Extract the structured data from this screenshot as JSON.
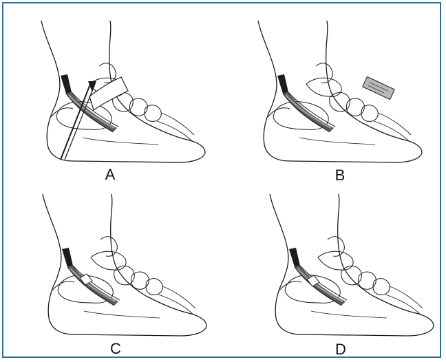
{
  "panels": [
    {
      "label": "A"
    },
    {
      "label": "B"
    },
    {
      "label": "C"
    },
    {
      "label": "D"
    }
  ],
  "colors": {
    "frame_border": "#2f6f95",
    "outline": "#1a1a1a",
    "tendon_dark": "#1c1c1c",
    "tendon_mid": "#5a5a5a",
    "tendon_light": "#9a9a9a",
    "graft_patch": "#b8b8b8"
  }
}
